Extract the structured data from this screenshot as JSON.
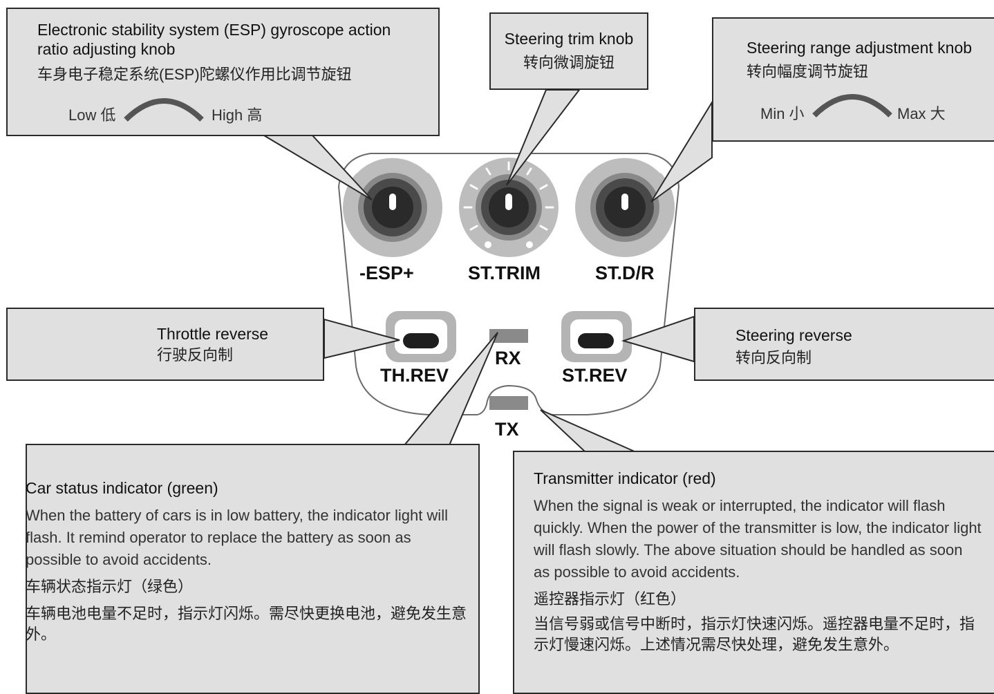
{
  "labels": {
    "esp": "-ESP+",
    "st_trim": "ST.TRIM",
    "st_dr": "ST.D/R",
    "th_rev": "TH.REV",
    "st_rev": "ST.REV",
    "rx": "RX",
    "tx": "TX"
  },
  "callouts": {
    "esp": {
      "title_en": "Electronic stability system (ESP) gyroscope action ratio adjusting knob",
      "title_cn": "车身电子稳定系统(ESP)陀螺仪作用比调节旋钮",
      "low": "Low 低",
      "high": "High 高"
    },
    "trim": {
      "title_en": "Steering trim knob",
      "title_cn": "转向微调旋钮"
    },
    "range": {
      "title_en": "Steering range adjustment knob",
      "title_cn": "转向幅度调节旋钮",
      "min": "Min 小",
      "max": "Max 大"
    },
    "throttle": {
      "title_en": "Throttle reverse",
      "title_cn": "行驶反向制"
    },
    "steering": {
      "title_en": "Steering reverse",
      "title_cn": "转向反向制"
    },
    "car_status": {
      "title_en": "Car status indicator (green)",
      "body_en": "When the battery of cars is in low battery, the indicator light will flash. It remind operator to replace the battery as soon as possible to avoid accidents.",
      "title_cn": "车辆状态指示灯（绿色）",
      "body_cn": "车辆电池电量不足时，指示灯闪烁。需尽快更换电池，避免发生意外。"
    },
    "transmitter": {
      "title_en": "Transmitter indicator (red)",
      "body_en": "When the signal is weak or interrupted, the indicator will flash quickly. When the power of the transmitter is low, the indicator light will flash slowly. The above situation should be handled as soon as possible to avoid accidents.",
      "title_cn": "遥控器指示灯（红色）",
      "body_cn": "当信号弱或信号中断时，指示灯快速闪烁。遥控器电量不足时，指示灯慢速闪烁。上述情况需尽快处理，避免发生意外。"
    }
  },
  "colors": {
    "callout_fill": "#e0e0e0",
    "knob_ring": "#b4b4b4",
    "knob_body": "#4a4a4a",
    "indicator": "#8a8a8a",
    "switch_lever": "#1e1e1e"
  }
}
